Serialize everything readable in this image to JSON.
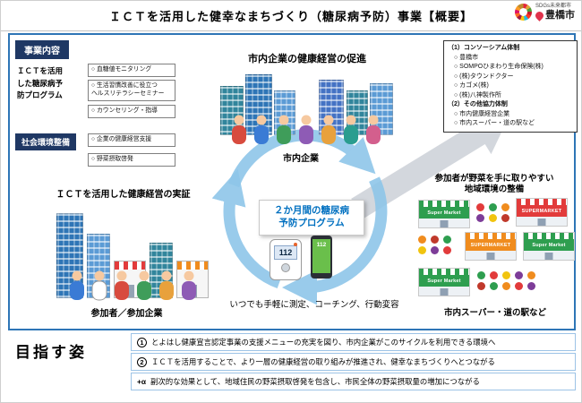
{
  "colors": {
    "navy_header": "#1f3864",
    "main_border": "#2e75b6",
    "cycle_arrow": "#8ec6e9",
    "center_text": "#0070c0",
    "store_green": "#2e9e4f",
    "store_red": "#e23b3b",
    "store_orange": "#f08c1e",
    "goal_border": "#9dc3e6"
  },
  "icons": {
    "sdgs_logo": "sdgs-color-wheel",
    "city_logo": "toyohashi-mark",
    "cycle": "clockwise-cycle-arrows",
    "growth": "up-right-gray-arrow",
    "meter": "glucose-meter",
    "phone": "smartphone",
    "buildings": "office-buildings",
    "people": "people-group",
    "vegetables": "vegetable-dots",
    "stores": "supermarket-storefront"
  },
  "header": {
    "title": "ＩＣＴを活用した健幸なまちづくり（糖尿病予防）事業【概要】",
    "sdgs_caption": "SDGs未来都市",
    "city_name": "豊橋市"
  },
  "sidebar": {
    "section_label": "事業内容",
    "program_label": "ＩＣＴを活用\nした糖尿病予\n防プログラム",
    "program_items": [
      "○ 血糖値モニタリング",
      "○ 生活習慣改善に役立つ\n  ヘルスリテラシーセミナー",
      "○ カウンセリング・指導"
    ],
    "social_label": "社会環境整備",
    "social_items": [
      "○ 企業の健康経営支援",
      "○ 野菜摂取啓発"
    ]
  },
  "consortium": {
    "title1": "（1）コンソーシアム体制",
    "members": [
      "○ 豊橋市",
      "○ SOMPOひまわり生命保険(株)",
      "○ (株)タウンドクター",
      "○ カゴメ(株)",
      "○ (株)八神製作所"
    ],
    "title2": "（2）その他協力体制",
    "others": [
      "○ 市内健康経営企業",
      "○ 市内スーパー・道の駅など"
    ]
  },
  "cycle": {
    "top_title": "市内企業の健康経営の促進",
    "top_caption": "市内企業",
    "left_title": "ＩＣＴを活用した健康経営の実証",
    "left_caption": "参加者／参加企業",
    "right_title": "参加者が野菜を手に取りやすい\n地域環境の整備",
    "right_caption": "市内スーパー・道の駅など",
    "center_label": "２か月間の糖尿病\n予防プログラム",
    "bottom_caption": "いつでも手軽に測定、コーチング、行動変容",
    "meter_value": "112",
    "phone_value": "112"
  },
  "stores": [
    {
      "label": "Super Market",
      "color": "green"
    },
    {
      "label": "SUPERMARKET",
      "color": "red"
    },
    {
      "label": "SUPERMARKET",
      "color": "orange"
    },
    {
      "label": "Super Market",
      "color": "green"
    },
    {
      "label": "Super Market",
      "color": "green"
    }
  ],
  "goals": {
    "title": "目指す姿",
    "items": [
      {
        "num": "1",
        "num_style": "circled",
        "text": "とよはし健康宣言認定事業の支援メニューの充実を図り、市内企業がこのサイクルを利用できる環境へ"
      },
      {
        "num": "2",
        "num_style": "circled",
        "text": "ＩＣＴを活用することで、より一層の健康経営の取り組みが推進され、健幸なまちづくりへとつながる"
      },
      {
        "num": "+α",
        "num_style": "plain",
        "text": "副次的な効果として、地域住民の野菜摂取啓発を包含し、市民全体の野菜摂取量の増加につながる"
      }
    ]
  }
}
